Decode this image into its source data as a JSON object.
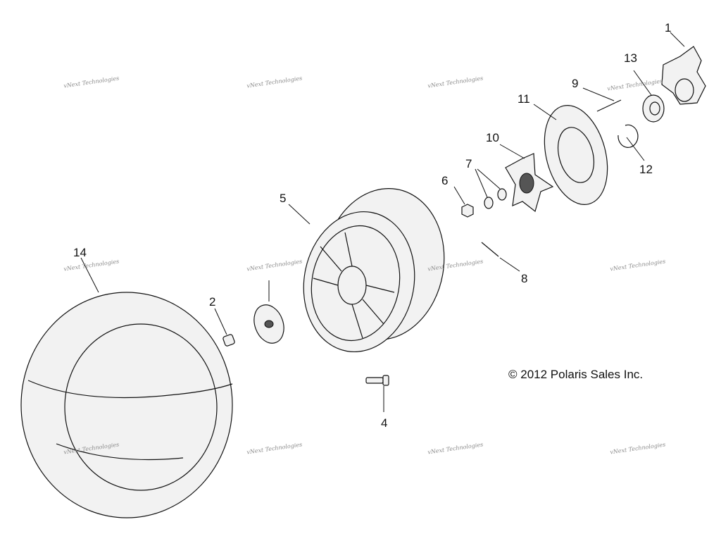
{
  "diagram": {
    "callouts": [
      {
        "id": "1",
        "label": "1"
      },
      {
        "id": "2",
        "label": "2"
      },
      {
        "id": "4",
        "label": "4"
      },
      {
        "id": "5",
        "label": "5"
      },
      {
        "id": "6",
        "label": "6"
      },
      {
        "id": "7",
        "label": "7"
      },
      {
        "id": "8",
        "label": "8"
      },
      {
        "id": "9",
        "label": "9"
      },
      {
        "id": "10",
        "label": "10"
      },
      {
        "id": "11",
        "label": "11"
      },
      {
        "id": "12",
        "label": "12"
      },
      {
        "id": "13",
        "label": "13"
      },
      {
        "id": "14",
        "label": "14"
      }
    ],
    "copyright": "© 2012 Polaris Sales Inc.",
    "watermark": "vNext Technologies"
  }
}
